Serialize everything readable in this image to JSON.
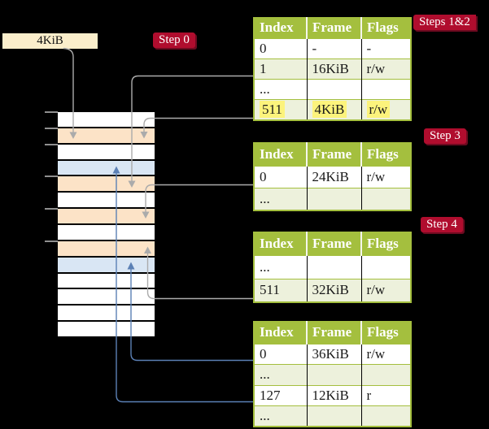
{
  "labels": {
    "root_frame": "4KiB"
  },
  "badges": {
    "step0": "Step 0",
    "steps12": "Steps 1&2",
    "step3": "Step 3",
    "step4": "Step 4"
  },
  "tables": [
    {
      "id": "level-4",
      "step_label": "Steps 1&2",
      "headers": [
        "Index",
        "Frame",
        "Flags"
      ],
      "rows": [
        {
          "index": "0",
          "frame": "-",
          "flags": "-",
          "shaded": false,
          "highlight": false
        },
        {
          "index": "1",
          "frame": "16KiB",
          "flags": "r/w",
          "shaded": true,
          "highlight": false
        },
        {
          "index": "...",
          "frame": "",
          "flags": "",
          "shaded": false,
          "highlight": false
        },
        {
          "index": "511",
          "frame": "4KiB",
          "flags": "r/w",
          "shaded": true,
          "highlight": true
        }
      ]
    },
    {
      "id": "level-3",
      "step_label": "Step 3",
      "headers": [
        "Index",
        "Frame",
        "Flags"
      ],
      "rows": [
        {
          "index": "0",
          "frame": "24KiB",
          "flags": "r/w",
          "shaded": false,
          "highlight": false
        },
        {
          "index": "...",
          "frame": "",
          "flags": "",
          "shaded": true,
          "highlight": false
        }
      ]
    },
    {
      "id": "level-2",
      "step_label": "Step 4",
      "headers": [
        "Index",
        "Frame",
        "Flags"
      ],
      "rows": [
        {
          "index": "...",
          "frame": "",
          "flags": "",
          "shaded": false,
          "highlight": false
        },
        {
          "index": "511",
          "frame": "32KiB",
          "flags": "r/w",
          "shaded": true,
          "highlight": false
        }
      ]
    },
    {
      "id": "level-1",
      "step_label": "",
      "headers": [
        "Index",
        "Frame",
        "Flags"
      ],
      "rows": [
        {
          "index": "0",
          "frame": "36KiB",
          "flags": "r/w",
          "shaded": false,
          "highlight": false
        },
        {
          "index": "...",
          "frame": "",
          "flags": "",
          "shaded": true,
          "highlight": false
        },
        {
          "index": "127",
          "frame": "12KiB",
          "flags": "r",
          "shaded": false,
          "highlight": false
        },
        {
          "index": "...",
          "frame": "",
          "flags": "",
          "shaded": true,
          "highlight": false
        }
      ]
    }
  ],
  "memory": {
    "rows": [
      "plain",
      "table",
      "plain",
      "page",
      "table",
      "plain",
      "table",
      "plain",
      "table",
      "page",
      "plain",
      "plain",
      "plain",
      "plain"
    ]
  },
  "colors": {
    "table_header": "#a4bf3e",
    "row_shaded": "#edf1dc",
    "memory_table": "#fce3c7",
    "memory_page": "#d9e6f4",
    "highlight": "#fcf37c",
    "badge": "#b00d2e",
    "root_label_bg": "#fbeecb",
    "connector_grey": "#ababab",
    "connector_blue": "#5b80b5"
  }
}
